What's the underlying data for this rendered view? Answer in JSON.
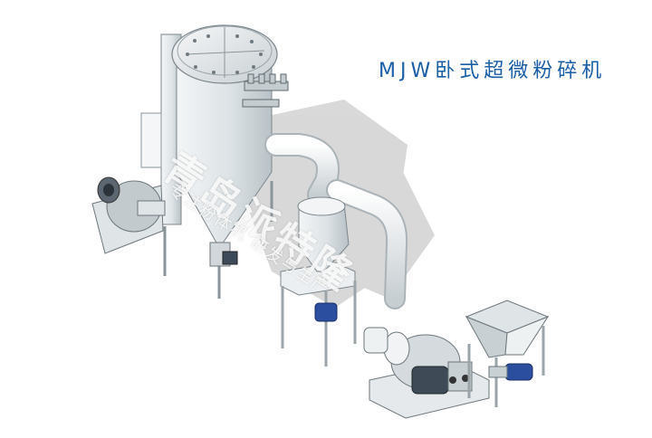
{
  "title": "MJW卧式超微粉碎机",
  "watermark": {
    "main": "青岛派特隆",
    "sub": "专注粉体机 研发与生产"
  },
  "colors": {
    "title": "#1a5ea8",
    "steel_light": "#eceff1",
    "steel_mid": "#cfd6da",
    "steel_dark": "#8c979d",
    "motor_blue": "#2b4f9e",
    "shadow": "#c9c9c9"
  }
}
